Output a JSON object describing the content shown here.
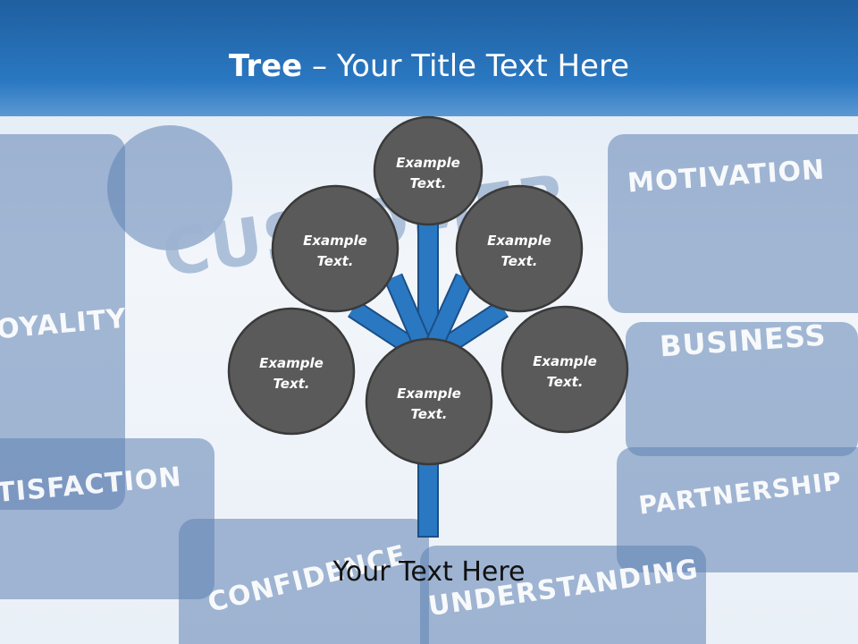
{
  "slide": {
    "title_bold": "Tree",
    "title_rest": " – Your Title Text Here",
    "caption": "Your Text Here"
  },
  "background_words": [
    "MOTIVATION",
    "BUSINESS",
    "PARTNERSHIP",
    "UNDERSTANDING",
    "CONFIDENCE",
    "TISFACTION",
    "OYALITY",
    "CUSTOMER"
  ],
  "nodes": [
    {
      "id": "top",
      "line1": "Example",
      "line2": "Text."
    },
    {
      "id": "upper-left",
      "line1": "Example",
      "line2": "Text."
    },
    {
      "id": "upper-right",
      "line1": "Example",
      "line2": "Text."
    },
    {
      "id": "lower-left",
      "line1": "Example",
      "line2": "Text."
    },
    {
      "id": "center",
      "line1": "Example",
      "line2": "Text."
    },
    {
      "id": "lower-right",
      "line1": "Example",
      "line2": "Text."
    }
  ],
  "colors": {
    "header": "#2a78c2",
    "trunk": "#2a78c2",
    "trunk_border": "#1b4f86",
    "node_fill": "#5a5a5a",
    "node_border": "#3a3a3a",
    "node_text": "#ffffff"
  }
}
